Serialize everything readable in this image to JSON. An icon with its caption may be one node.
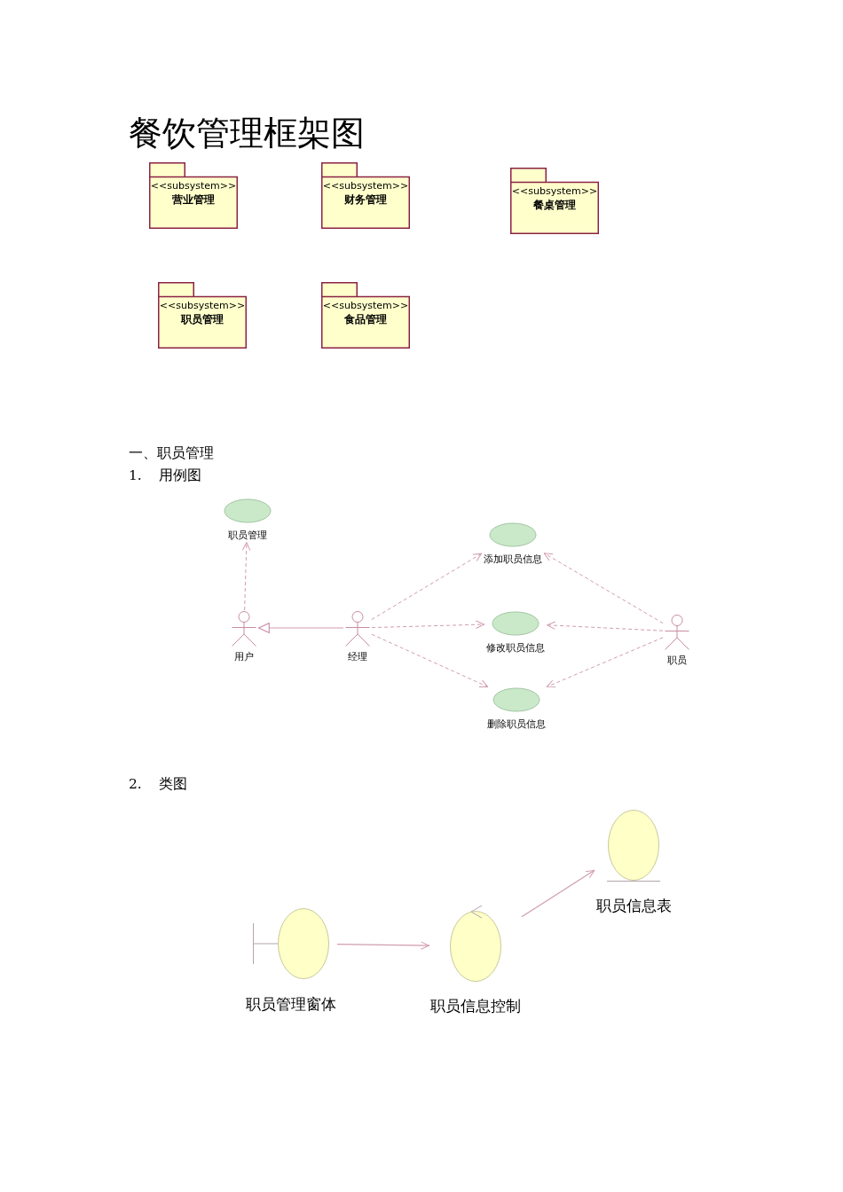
{
  "diagram": {
    "title": "餐饮管理框架图",
    "nodes": [
      {
        "text": [
          "<<subsystem>>",
          "营业管理"
        ]
      },
      {
        "text": [
          "<<subsystem>>",
          "财务管理"
        ]
      },
      {
        "text": [
          "<<subsystem>>",
          "餐桌管理"
        ]
      },
      {
        "text": [
          "<<subsystem>>",
          "职员管理"
        ]
      },
      {
        "text": [
          "<<subsystem>>",
          "食品管理"
        ]
      },
      {
        "text": [
          "职员管理"
        ]
      },
      {
        "text": [
          "添加职员信息"
        ]
      },
      {
        "text": [
          "用户"
        ]
      },
      {
        "text": [
          "经理"
        ]
      },
      {
        "text": [
          "修改职员信息"
        ]
      },
      {
        "text": [
          "职员"
        ]
      },
      {
        "text": [
          "删除职员信息"
        ]
      },
      {
        "text": [
          "职员信息表"
        ]
      },
      {
        "text": [
          "职员管理窗体"
        ]
      },
      {
        "text": [
          "职员信息控制"
        ]
      }
    ],
    "edges": [
      {
        "from": 7,
        "to": 5,
        "arrow": "to",
        "style": "dashed"
      },
      {
        "from": 8,
        "to": 7,
        "arrow": "to"
      },
      {
        "from": 8,
        "to": 6,
        "arrow": "to",
        "style": "dashed"
      },
      {
        "from": 8,
        "to": 9,
        "arrow": "to",
        "style": "dashed"
      },
      {
        "from": 8,
        "to": 11,
        "arrow": "to",
        "style": "dashed"
      },
      {
        "from": 10,
        "to": 6,
        "arrow": "to",
        "style": "dashed"
      },
      {
        "from": 10,
        "to": 9,
        "arrow": "to",
        "style": "dashed"
      },
      {
        "from": 10,
        "to": 11,
        "arrow": "to",
        "style": "dashed"
      },
      {
        "from": 13,
        "to": 14,
        "arrow": "to"
      },
      {
        "from": 14,
        "to": 12,
        "arrow": "to"
      }
    ],
    "labels": [
      "一、职员管理",
      "1. 用例图",
      "2. 类图"
    ]
  }
}
